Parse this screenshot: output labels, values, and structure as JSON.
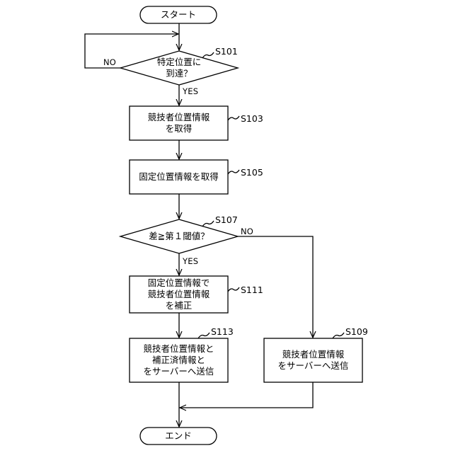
{
  "flowchart": {
    "start": "スタート",
    "end": "エンド",
    "d101": {
      "text": [
        "特定位置に",
        "到達？"
      ],
      "step": "S101",
      "no": "NO",
      "yes": "YES"
    },
    "p103": {
      "text": [
        "競技者位置情報",
        "を取得"
      ],
      "step": "S103"
    },
    "p105": {
      "text": [
        "固定位置情報を取得"
      ],
      "step": "S105"
    },
    "d107": {
      "text": [
        "差≧第１閾値？"
      ],
      "step": "S107",
      "no": "NO",
      "yes": "YES"
    },
    "p111": {
      "text": [
        "固定位置情報で",
        "競技者位置情報",
        "を補正"
      ],
      "step": "S111"
    },
    "p113": {
      "text": [
        "競技者位置情報と",
        "補正済情報と",
        "をサーバーへ送信"
      ],
      "step": "S113"
    },
    "p109": {
      "text": [
        "競技者位置情報",
        "をサーバーへ送信"
      ],
      "step": "S109"
    }
  }
}
